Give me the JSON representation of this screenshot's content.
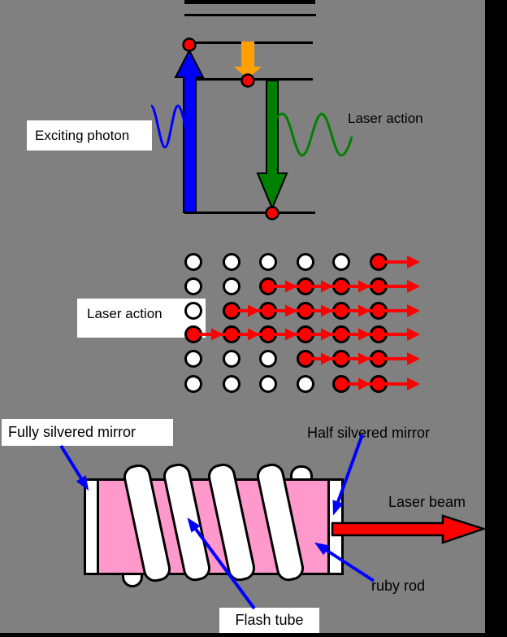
{
  "colors": {
    "background": "#808080",
    "frame": "#000000",
    "red": "#FF0000",
    "blue": "#0000FF",
    "green": "#008000",
    "orange": "#FFA000",
    "pink": "#FF99CC",
    "label_background": "#FFFFFF",
    "text": "#000000"
  },
  "energy_diagram": {
    "exciting_photon_label": "Exciting photon",
    "laser_action_label": "Laser action"
  },
  "population_grid": {
    "label": "Laser action",
    "rows": 6,
    "cols": 6,
    "first_red_col_per_row": [
      6,
      3,
      2,
      1,
      4,
      5
    ]
  },
  "laser_device": {
    "fully_silvered_label": "Fully silvered mirror",
    "half_silvered_label": "Half silvered mirror",
    "laser_beam_label": "Laser beam",
    "ruby_rod_label": "ruby rod",
    "flash_tube_label": "Flash tube"
  }
}
